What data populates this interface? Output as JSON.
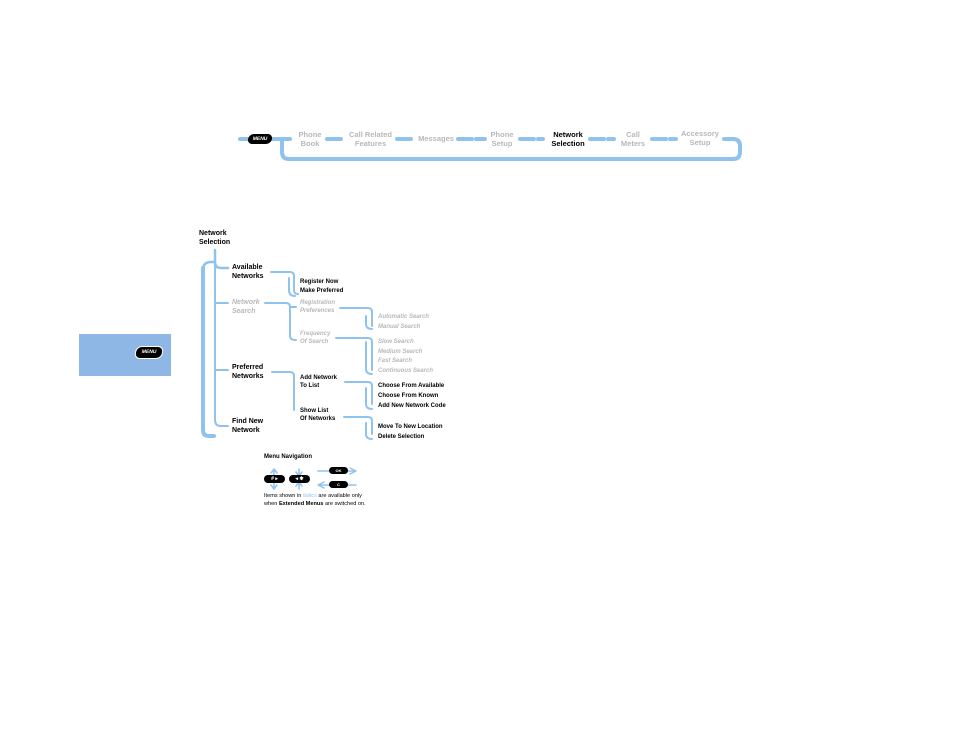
{
  "top_nav": {
    "menu_label": "MENU",
    "items": [
      {
        "label_1": "Phone",
        "label_2": "Book"
      },
      {
        "label_1": "Call Related",
        "label_2": "Features"
      },
      {
        "label_1": "Messages",
        "label_2": ""
      },
      {
        "label_1": "Phone",
        "label_2": "Setup"
      },
      {
        "label_1": "Network",
        "label_2": "Selection"
      },
      {
        "label_1": "Call",
        "label_2": "Meters"
      },
      {
        "label_1": "Accessory",
        "label_2": "Setup"
      }
    ],
    "active_index": 4
  },
  "side_tab": {
    "menu_label": "MENU"
  },
  "tree": {
    "root": {
      "line1": "Network",
      "line2": "Selection"
    },
    "available_networks": {
      "line1": "Available",
      "line2": "Networks"
    },
    "register_now": "Register Now",
    "make_preferred": "Make Preferred",
    "network_search": {
      "line1": "Network",
      "line2": "Search"
    },
    "registration_preferences": {
      "line1": "Registration",
      "line2": "Preferences"
    },
    "automatic_search": "Automatic Search",
    "manual_search": "Manual Search",
    "frequency_of_search": {
      "line1": "Frequency",
      "line2": "Of Search"
    },
    "slow_search": "Slow Search",
    "medium_search": "Medium Search",
    "fast_search": "Fast Search",
    "continuous_search": "Continuous Search",
    "preferred_networks": {
      "line1": "Preferred",
      "line2": "Networks"
    },
    "add_network_to_list": {
      "line1": "Add Network",
      "line2": "To List"
    },
    "choose_from_available": "Choose From Available",
    "choose_from_known": "Choose From Known",
    "add_new_network_code": "Add New Network Code",
    "show_list_of_networks": {
      "line1": "Show List",
      "line2": "Of Networks"
    },
    "move_to_new_location": "Move To New Location",
    "delete_selection": "Delete Selection",
    "find_new_network": {
      "line1": "Find New",
      "line2": "Network"
    }
  },
  "legend": {
    "title": "Menu Navigation",
    "key_hash": "# ▸",
    "key_star": "◂ ✱",
    "key_ok": "OK",
    "key_c": "C",
    "note_1": "Items shown in ",
    "note_italic": "italics",
    "note_2": " are available only",
    "note_3": "when ",
    "note_bold": "Extended Menus",
    "note_4": " are switched on."
  },
  "colors": {
    "line": "#8fc3ee",
    "tab": "#8fb7e6",
    "inactive_text": "#b8b8b8"
  }
}
